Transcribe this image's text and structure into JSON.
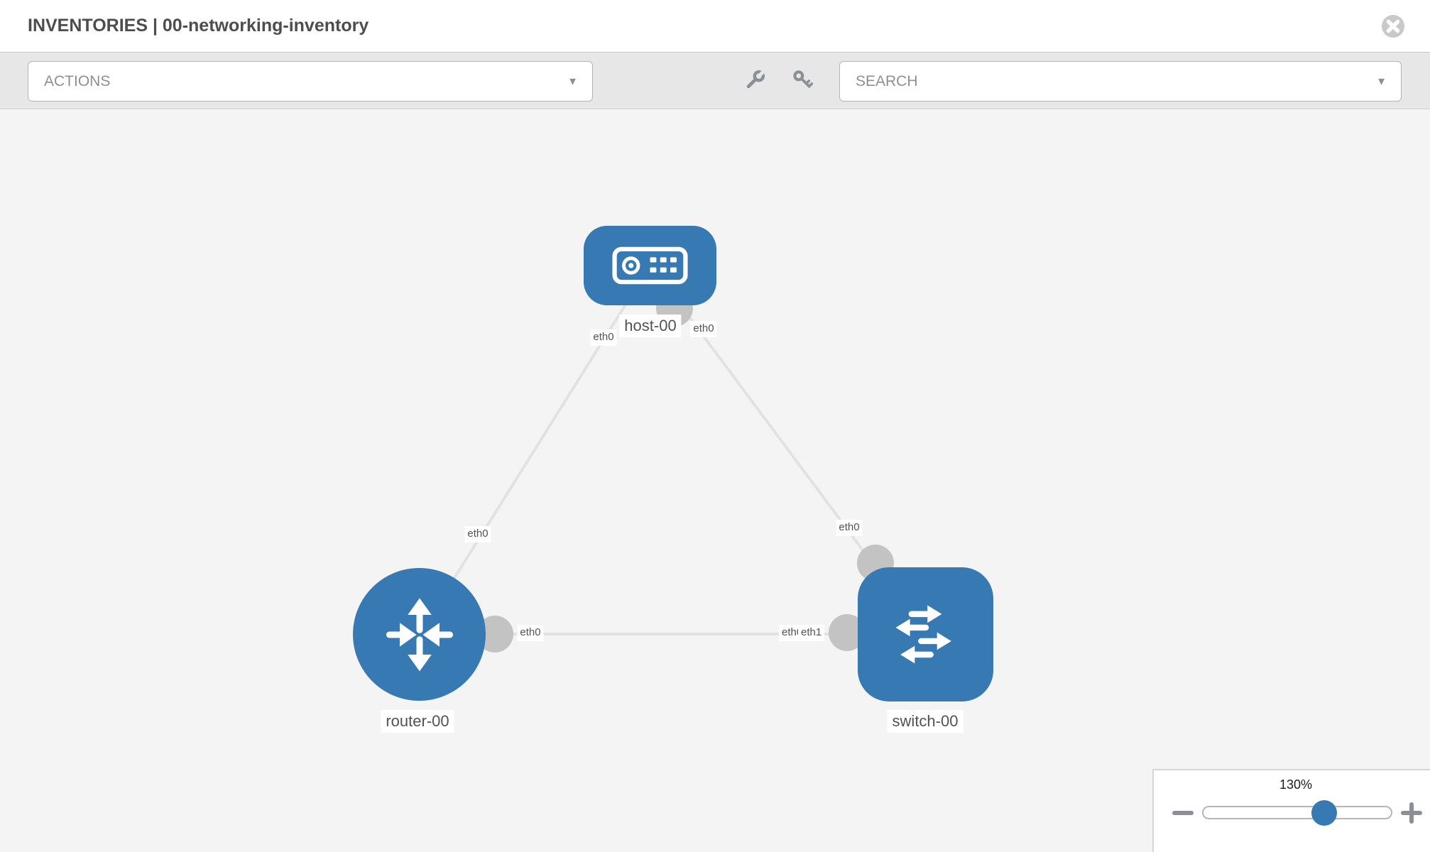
{
  "header": {
    "title": "INVENTORIES | 00-networking-inventory"
  },
  "toolbar": {
    "actions_label": "ACTIONS",
    "search_label": "SEARCH"
  },
  "icons": {
    "caret_down": "▼",
    "names": [
      "close-icon",
      "wrench-icon",
      "key-icon",
      "host-icon",
      "router-icon",
      "switch-icon",
      "minus-icon",
      "plus-icon"
    ]
  },
  "topology": {
    "node_labels": {
      "host": "host-00",
      "router": "router-00",
      "switch": "switch-00"
    },
    "interfaces": {
      "host_to_router": "eth0",
      "host_to_switch": "eth0",
      "router_to_host": "eth0",
      "switch_to_host": "eth0",
      "router_to_switch": "eth0",
      "switch_to_router_a": "eth0",
      "switch_to_router_b": "eth1"
    },
    "links": [
      {
        "from": "host-00",
        "to": "router-00"
      },
      {
        "from": "host-00",
        "to": "switch-00"
      },
      {
        "from": "router-00",
        "to": "switch-00"
      }
    ]
  },
  "zoom_control": {
    "level": "130%"
  },
  "colors": {
    "node_blue": "#3779b2",
    "port_gray": "#c3c3c3",
    "link_gray": "#e2e2e2",
    "label_text": "#525252"
  }
}
